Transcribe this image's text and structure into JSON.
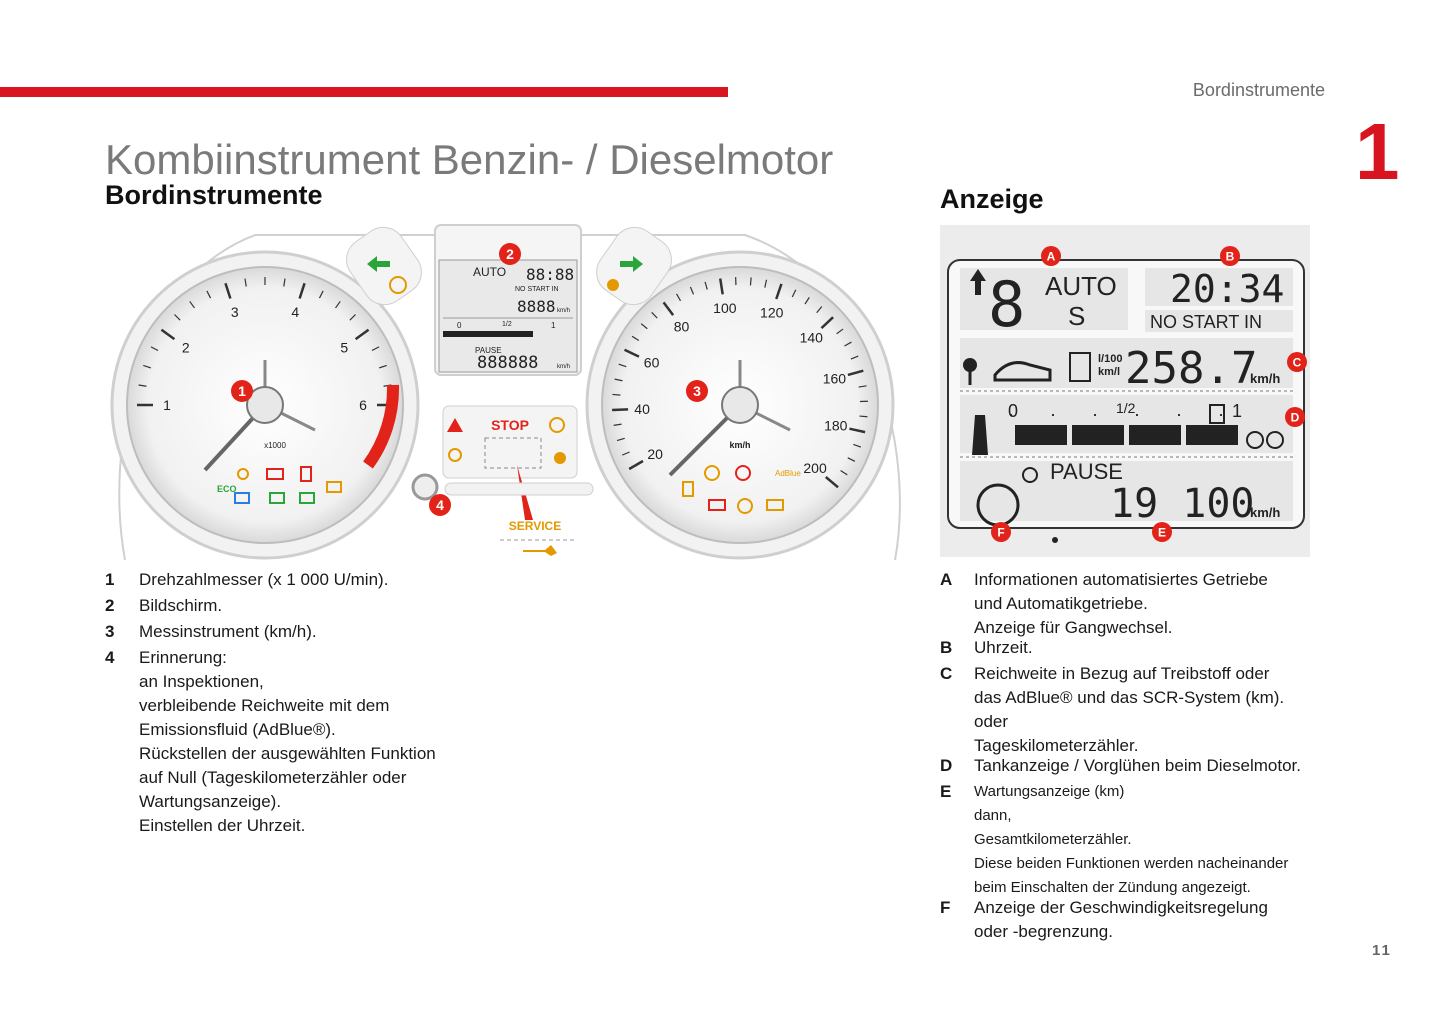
{
  "header": {
    "section": "Bordinstrumente",
    "chapter": "1"
  },
  "title": "Kombiinstrument Benzin- / Dieselmotor",
  "subtitle": "Bordinstrumente",
  "anzeige_title": "Anzeige",
  "page_number": "11",
  "cluster": {
    "markers": [
      "1",
      "2",
      "3",
      "4"
    ],
    "tacho_unit": "x1000",
    "tacho_ticks": [
      "1",
      "2",
      "3",
      "4",
      "5",
      "6"
    ],
    "speed_unit": "km/h",
    "speed_ticks": [
      "20",
      "40",
      "60",
      "80",
      "100",
      "120",
      "140",
      "160",
      "180",
      "200"
    ],
    "mini_lcd": {
      "auto": "AUTO",
      "time": "88:88",
      "no_start": "NO START IN",
      "range": "8888",
      "range_unit": "km/h",
      "half": "1/2",
      "zero": "0",
      "one": "1",
      "pause": "PAUSE",
      "odo": "888888",
      "odo_unit": "km/h"
    },
    "stop_label": "STOP",
    "service_label": "SERVICE",
    "eco_label": "ECO",
    "adblue_label": "AdBlue"
  },
  "display": {
    "markers": [
      "A",
      "B",
      "C",
      "D",
      "E",
      "F"
    ],
    "gear": "8",
    "auto": "AUTO",
    "s_label": "S",
    "time": "20:34",
    "no_start": "NO START IN",
    "consumption_unit_top": "l/100",
    "consumption_unit_bottom": "km/l",
    "range_value": "258.7",
    "range_unit": "km/h",
    "fuel_zero": "0",
    "fuel_half": "1/2",
    "fuel_one": "1",
    "pause": "PAUSE",
    "odo_value": "19 100",
    "odo_unit": "km/h"
  },
  "left_list": [
    {
      "key": "1",
      "text": "Drehzahlmesser (x 1 000 U/min)."
    },
    {
      "key": "2",
      "text": "Bildschirm."
    },
    {
      "key": "3",
      "text": "Messinstrument (km/h)."
    },
    {
      "key": "4",
      "text": "Erinnerung:\nan Inspektionen,\nverbleibende Reichweite mit dem\nEmissionsfluid (AdBlue®).\nRückstellen der ausgewählten Funktion\nauf Null (Tageskilometerzähler oder\nWartungsanzeige).\nEinstellen der Uhrzeit."
    }
  ],
  "right_list": [
    {
      "key": "A",
      "text": "Informationen automatisiertes Getriebe\nund Automatikgetriebe.\nAnzeige für Gangwechsel."
    },
    {
      "key": "B",
      "text": "Uhrzeit."
    },
    {
      "key": "C",
      "text": "Reichweite in Bezug auf Treibstoff oder\ndas AdBlue® und das SCR-System (km).\noder\nTageskilometerzähler."
    },
    {
      "key": "D",
      "text": "Tankanzeige / Vorglühen beim Dieselmotor."
    },
    {
      "key": "E",
      "text": "Wartungsanzeige (km)\ndann,\nGesamtkilometerzähler.\nDiese beiden Funktionen werden nacheinander\nbeim Einschalten der Zündung angezeigt."
    },
    {
      "key": "F",
      "text": "Anzeige der Geschwindigkeitsregelung\noder -begrenzung."
    }
  ]
}
